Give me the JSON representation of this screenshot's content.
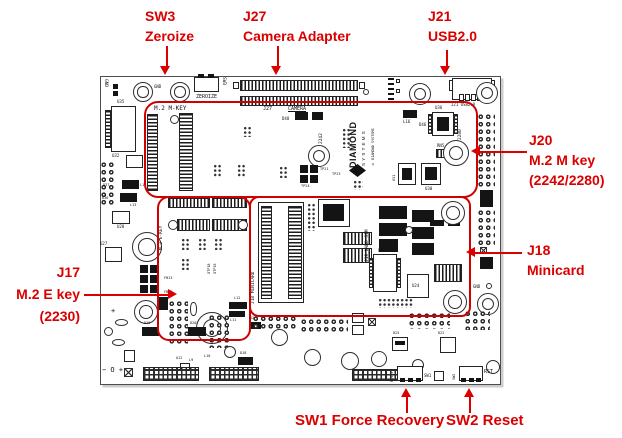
{
  "colors": {
    "callout_red": "#db0000",
    "outline_red": "#cf0000",
    "silkscreen_dark": "#1f1f1f"
  },
  "callouts": {
    "sw3": {
      "line1": "SW3",
      "line2": "Zeroize"
    },
    "j27": {
      "line1": "J27",
      "line2": "Camera Adapter"
    },
    "j21": {
      "line1": "J21",
      "line2": "USB2.0"
    },
    "j20": {
      "line1": "J20",
      "line2": "M.2 M key",
      "line3": "(2242/2280)"
    },
    "j18": {
      "line1": "J18",
      "line2": "Minicard"
    },
    "j17": {
      "line1": "J17",
      "line2": "M.2 E key",
      "line3": "(2230)"
    },
    "sw1": {
      "label": "SW1 Force Recovery"
    },
    "sw2": {
      "label": "SW2 Reset"
    }
  },
  "silkscreen": {
    "m2_m_key": "M.2 M-KEY",
    "zeroize": "ZEROIZE",
    "sw3": "SW3",
    "j27": "J27",
    "camera": "CAMERA",
    "d48": "D48",
    "c2242": "2242",
    "c2280": "2280",
    "diamond": "DIAMOND",
    "systems": "SYSTEMS",
    "copyright": "© DIAMOND SYSTEMS",
    "j21_usb": "J21 USB2.0",
    "u35": "U35",
    "u32": "U32",
    "u36": "U36",
    "u28": "U28",
    "u27": "U27",
    "u31": "U31",
    "u30": "U30",
    "u23": "U23",
    "u24": "U24",
    "l16": "L16",
    "d46": "D46",
    "rn5": "RN5",
    "tp21": "TP21",
    "tp23": "TP23",
    "tp24": "TP24",
    "x2": "X2",
    "d37": "D37",
    "l14": "L14",
    "d36": "D36",
    "l13": "L13",
    "m2_e_key": "M.2 E-KEY",
    "fb13": "FB13",
    "fb14": "FB14",
    "otp18": "OTP18",
    "otp19": "OTP19",
    "l12": "L12",
    "l11": "L11",
    "d24": "D24",
    "j18_minicard": "J18 MINICARD",
    "j19_nano_sim": "J19 NANO SIM",
    "d19": "D19",
    "d20": "D20",
    "q12": "Q12",
    "l9": "L9",
    "l10": "L10",
    "d18": "D18",
    "d25": "D25",
    "d22": "D22",
    "gnd": "GND",
    "rcvry": "RCVRY",
    "sw1": "SW1",
    "sw2": "SW2",
    "rst": "RST"
  }
}
